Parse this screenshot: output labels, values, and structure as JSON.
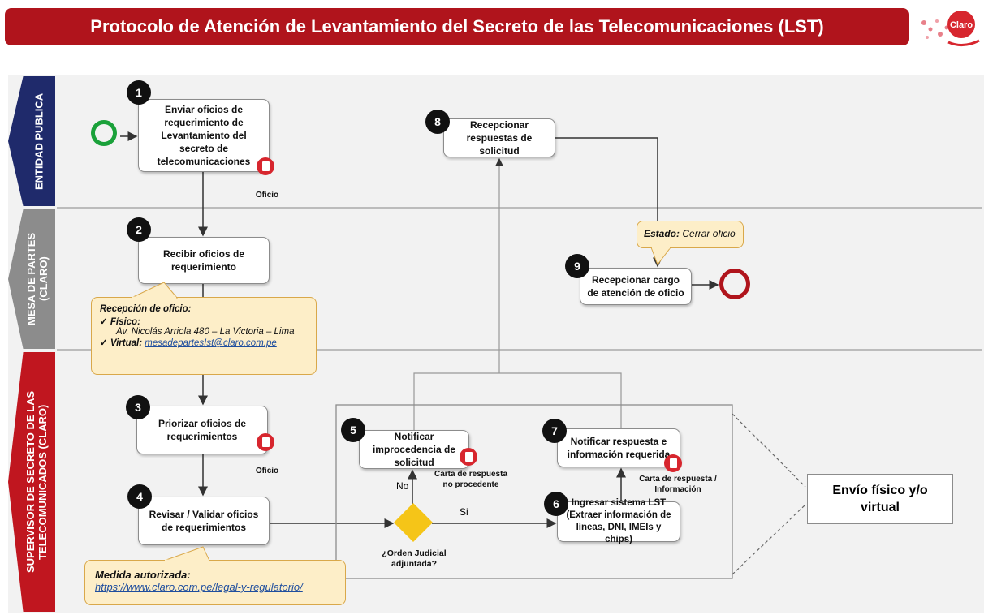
{
  "header": {
    "title": "Protocolo de Atención de Levantamiento del Secreto de las Telecomunicaciones (LST)"
  },
  "logo": {
    "text": "Claro"
  },
  "lanes": [
    {
      "label": "ENTIDAD PUBLICA",
      "color": "#1f2a6b"
    },
    {
      "label": "MESA DE PARTES (CLARO)",
      "color": "#8c8c8c"
    },
    {
      "label": "SUPERVISOR DE SECRETO DE LAS TELECOMUNICADOS (CLARO)",
      "color": "#c0161f"
    }
  ],
  "steps": [
    {
      "num": "1",
      "text": "Enviar oficios de requerimiento de Levantamiento del secreto de telecomunicaciones"
    },
    {
      "num": "2",
      "text": "Recibir oficios de requerimiento"
    },
    {
      "num": "3",
      "text": "Priorizar oficios de requerimientos"
    },
    {
      "num": "4",
      "text": "Revisar / Validar oficios de requerimientos"
    },
    {
      "num": "5",
      "text": "Notificar improcedencia de solicitud"
    },
    {
      "num": "6",
      "text": "Ingresar sistema LST (Extraer información de líneas, DNI, IMEIs y chips)"
    },
    {
      "num": "7",
      "text": "Notificar respuesta e información requerida"
    },
    {
      "num": "8",
      "text": "Recepcionar respuestas de solicitud"
    },
    {
      "num": "9",
      "text": "Recepcionar cargo de atención de oficio"
    }
  ],
  "documents": {
    "d1": "Oficio",
    "d3": "Oficio",
    "d5": "Carta de respuesta no procedente",
    "d7": "Carta de respuesta / Información"
  },
  "decision": {
    "question": "¿Orden Judicial adjuntada?",
    "yes": "Si",
    "no": "No"
  },
  "callouts": {
    "reception": {
      "title": "Recepción de oficio:",
      "fisico_label": "Físico:",
      "fisico_value": "Av. Nicolás Arriola 480 – La Victoria – Lima",
      "virtual_label": "Virtual:",
      "virtual_value": "mesadepartesIst@claro.com.pe"
    },
    "medida": {
      "title": "Medida autorizada:",
      "link": "https://www.claro.com.pe/legal-y-regulatorio/"
    },
    "estado": {
      "label": "Estado:",
      "value": "Cerrar oficio"
    }
  },
  "envio": {
    "text": "Envío físico y/o virtual"
  },
  "colors": {
    "start": "#1aa13a",
    "end": "#b0141c",
    "decision": "#f5c518",
    "callout": "#fdeec8"
  }
}
